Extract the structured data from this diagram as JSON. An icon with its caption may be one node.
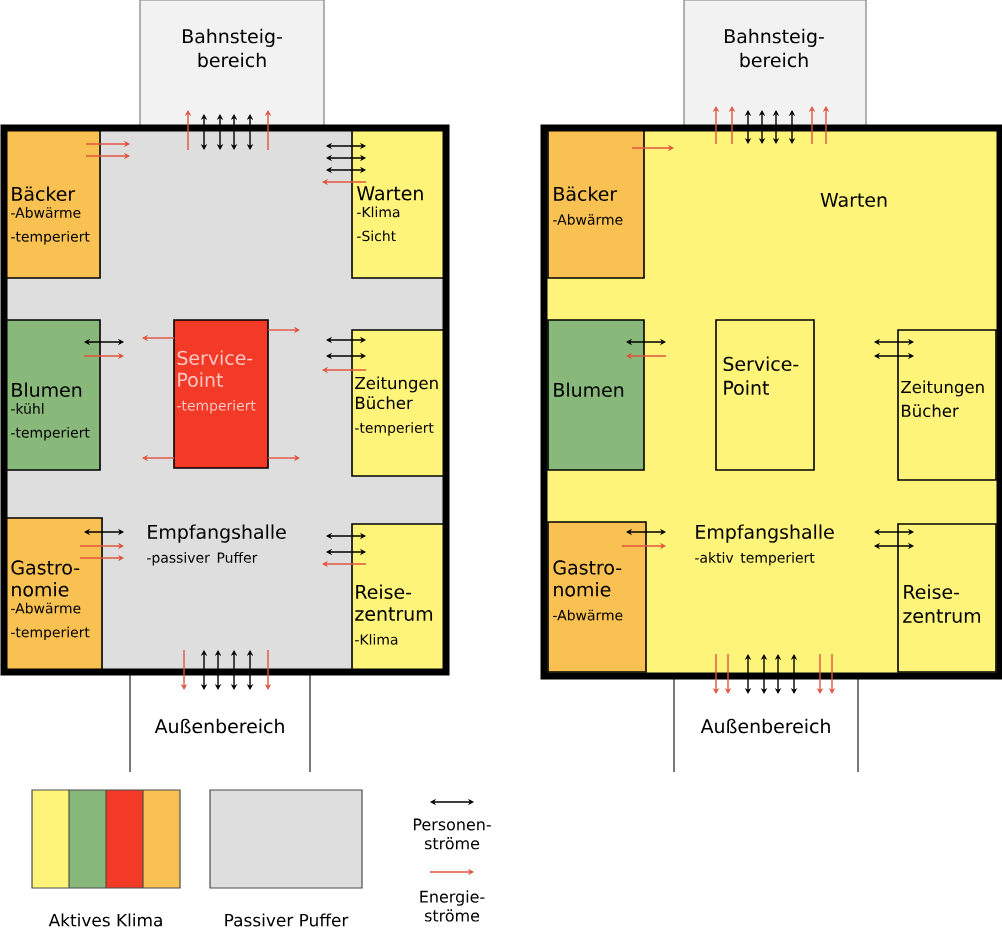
{
  "diagram": {
    "nodes": [
      {
        "text": [
          "Bahnsteig- bereich"
        ]
      },
      {
        "text": [
          "Empfangshalle",
          "-passiver Puffer"
        ]
      },
      {
        "text": [
          "Bäcker",
          "-Abwärme",
          "-temperiert"
        ],
        "in": 1
      },
      {
        "text": [
          "Warten",
          "-Klima",
          "-Sicht"
        ],
        "in": 1
      },
      {
        "text": [
          "Blumen",
          "-kühl",
          "-temperiert"
        ],
        "in": 1
      },
      {
        "text": [
          "Service- Point",
          "-temperiert"
        ],
        "in": 1
      },
      {
        "text": [
          "Zeitungen Bücher",
          "-temperiert"
        ],
        "in": 1
      },
      {
        "text": [
          "Gastro- nomie",
          "-Abwärme",
          "-temperiert"
        ],
        "in": 1
      },
      {
        "text": [
          "Reise- zentrum",
          "-Klima"
        ],
        "in": 1
      },
      {
        "text": [
          "Außenbereich"
        ]
      },
      {
        "text": [
          "Bahnsteig- bereich"
        ]
      },
      {
        "text": [
          "Warten",
          "Empfangshalle",
          "-aktiv temperiert"
        ]
      },
      {
        "text": [
          "Bäcker",
          "-Abwärme"
        ],
        "in": 11
      },
      {
        "text": [
          "Blumen"
        ],
        "in": 11
      },
      {
        "text": [
          "Service- Point"
        ],
        "in": 11
      },
      {
        "text": [
          "Zeitungen Bücher"
        ],
        "in": 11
      },
      {
        "text": [
          "Gastro- nomie",
          "-Abwärme"
        ],
        "in": 11
      },
      {
        "text": [
          "Reise- zentrum"
        ],
        "in": 11
      },
      {
        "text": [
          "Außenbereich"
        ]
      }
    ],
    "legend": [
      {
        "text": "Aktives Klima"
      },
      {
        "text": "Passiver Puffer",
        "color": "#dedede"
      },
      {
        "text": "Personen- ströme"
      },
      {
        "text": "Energie- ströme"
      }
    ]
  }
}
